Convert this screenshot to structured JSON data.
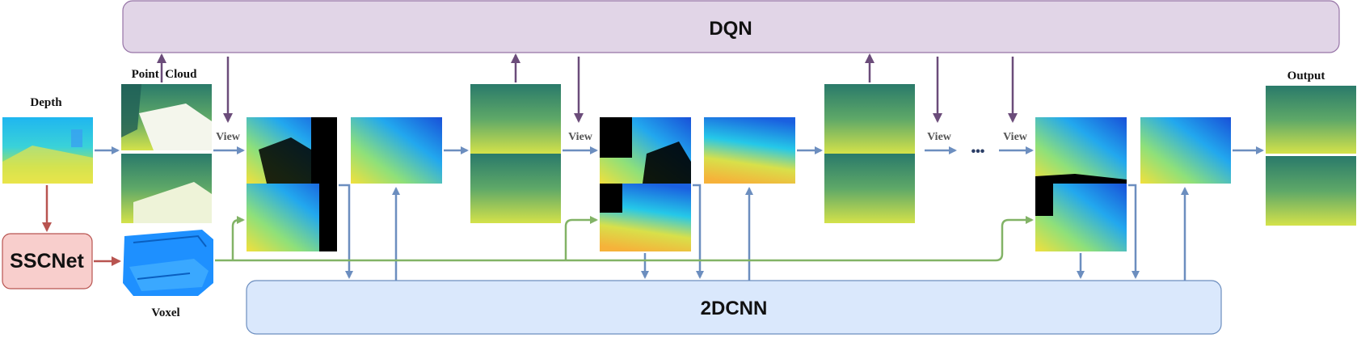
{
  "blocks": {
    "dqn": "DQN",
    "cnn": "2DCNN",
    "sscnet": "SSCNet"
  },
  "labels": {
    "depth": "Depth",
    "point_cloud": "Point  Cloud",
    "voxel": "Voxel",
    "output": "Output",
    "view": "View",
    "ellipsis": "•••"
  },
  "colors": {
    "dqn_fill": "#e1d5e7",
    "dqn_stroke": "#9673a6",
    "cnn_fill": "#dae8fc",
    "cnn_stroke": "#6c8ebf",
    "ssc_fill": "#f8cecc",
    "ssc_stroke": "#b85450",
    "arrow_blue": "#6c8ebf",
    "arrow_purple": "#6b4c7a",
    "arrow_red": "#b85450",
    "arrow_green": "#82b366"
  }
}
